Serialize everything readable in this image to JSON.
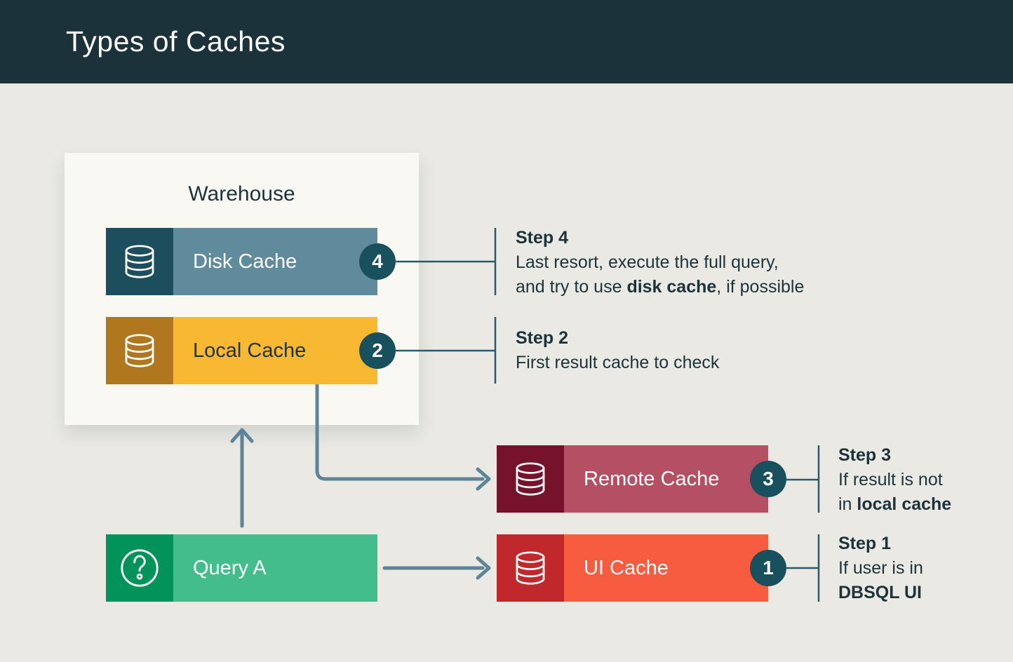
{
  "header": {
    "title": "Types of Caches"
  },
  "warehouse": {
    "label": "Warehouse"
  },
  "nodes": {
    "disk": {
      "label": "Disk Cache",
      "badge": "4",
      "icon": "database-icon"
    },
    "local": {
      "label": "Local Cache",
      "badge": "2",
      "icon": "database-icon"
    },
    "remote": {
      "label": "Remote Cache",
      "badge": "3",
      "icon": "database-icon"
    },
    "ui": {
      "label": "UI Cache",
      "badge": "1",
      "icon": "database-icon"
    },
    "query": {
      "label": "Query A",
      "icon": "question-icon"
    }
  },
  "steps": {
    "s4": {
      "title": "Step 4",
      "l1": "Last resort, execute the full query,",
      "l2a": "and try to use ",
      "l2b": "disk cache",
      "l2c": ", if possible"
    },
    "s2": {
      "title": "Step 2",
      "l1": "First result cache to check"
    },
    "s3": {
      "title": "Step 3",
      "l1": "If result is not",
      "l2a": "in ",
      "l2b": "local cache"
    },
    "s1": {
      "title": "Step 1",
      "l1": "If user is in",
      "l2b": "DBSQL UI"
    }
  },
  "colors": {
    "header": "#1c323a",
    "page": "#eae9e4",
    "panel": "#faf8f2",
    "ink": "#1c333b",
    "line": "#5d8598",
    "connector": "#2a5a68",
    "badge": "#19505e",
    "disk_icon": "#1d4e5e",
    "disk_bar": "#5f8b9c",
    "local_icon": "#b1771e",
    "local_bar": "#f9b831",
    "remote_icon": "#77122d",
    "remote_bar": "#b55064",
    "ui_icon": "#c1282b",
    "ui_bar": "#f75b40",
    "query_icon": "#02935a",
    "query_bar": "#43bd8c",
    "white_text": "#ffffff"
  }
}
